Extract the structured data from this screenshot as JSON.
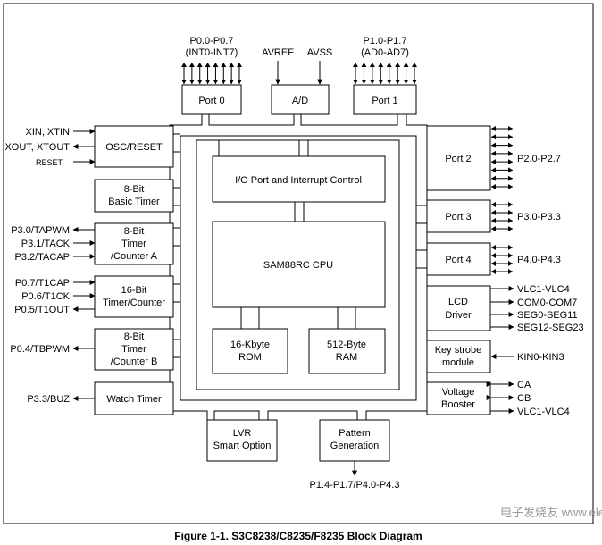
{
  "caption": "Figure 1-1. S3C8238/C8235/F8235 Block Diagram",
  "watermark": "电子发烧友 www.elecfans.com",
  "blocks": {
    "port0": "Port 0",
    "ad": "A/D",
    "port1": "Port 1",
    "osc": "OSC/RESET",
    "basic_timer": [
      "8-Bit",
      "Basic Timer"
    ],
    "timer_a": [
      "8-Bit",
      "Timer",
      "/Counter A"
    ],
    "timer_16": [
      "16-Bit",
      "Timer/Counter"
    ],
    "timer_b": [
      "8-Bit",
      "Timer",
      "/Counter B"
    ],
    "watch_timer": "Watch Timer",
    "io_port_int": "I/O Port and Interrupt Control",
    "cpu": "SAM88RC CPU",
    "rom": [
      "16-Kbyte",
      "ROM"
    ],
    "ram": [
      "512-Byte",
      "RAM"
    ],
    "port2": "Port 2",
    "port3": "Port 3",
    "port4": "Port 4",
    "lcd": [
      "LCD",
      "Driver"
    ],
    "key_strobe": [
      "Key strobe",
      "module"
    ],
    "booster": [
      "Voltage",
      "Booster"
    ],
    "lvr": [
      "LVR",
      "Smart Option"
    ],
    "pattern": [
      "Pattern",
      "Generation"
    ]
  },
  "signals": {
    "p0": [
      "P0.0-P0.7",
      "(INT0-INT7)"
    ],
    "avref": "AVREF",
    "avss": "AVSS",
    "p1": [
      "P1.0-P1.7",
      "(AD0-AD7)"
    ],
    "xin": "XIN, XTIN",
    "xout": "XOUT, XTOUT",
    "reset": "RESET",
    "tapwm": "P3.0/TAPWM",
    "tack": "P3.1/TACK",
    "tacap": "P3.2/TACAP",
    "t1cap": "P0.7/T1CAP",
    "t1ck": "P0.6/T1CK",
    "t1out": "P0.5/T1OUT",
    "tbpwm": "P0.4/TBPWM",
    "buz": "P3.3/BUZ",
    "p2": "P2.0-P2.7",
    "p3": "P3.0-P3.3",
    "p4": "P4.0-P4.3",
    "vlc1": "VLC1-VLC4",
    "com": "COM0-COM7",
    "seg0": "SEG0-SEG11",
    "seg12": "SEG12-SEG23",
    "kin": "KIN0-KIN3",
    "ca": "CA",
    "cb": "CB",
    "vlc2": "VLC1-VLC4",
    "pattern_out": "P1.4-P1.7/P4.0-P4.3"
  }
}
